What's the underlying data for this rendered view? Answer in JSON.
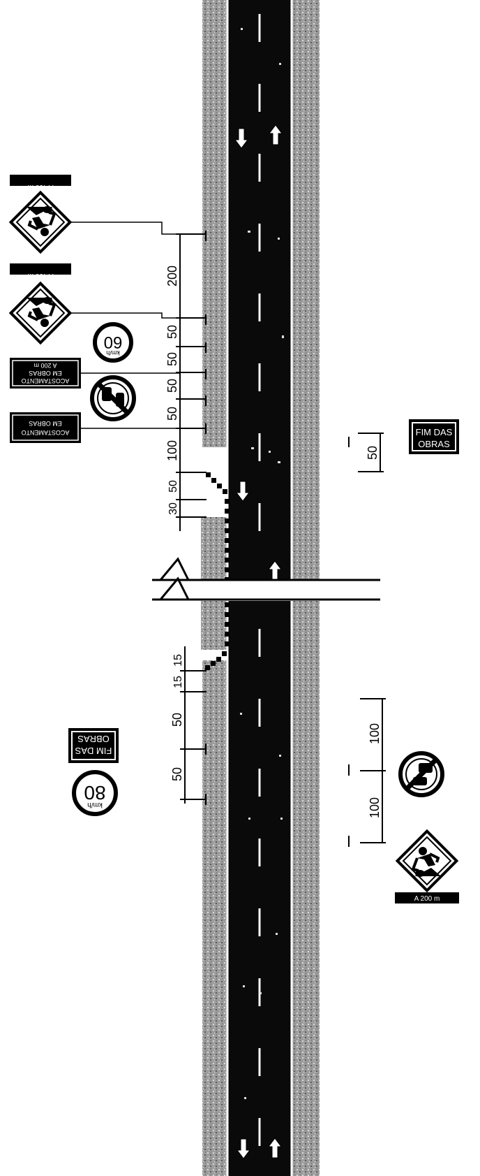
{
  "upper_section": {
    "dimensions_left": [
      "200",
      "50",
      "50",
      "50",
      "50",
      "100",
      "50",
      "30"
    ],
    "dimension_right": "50",
    "sign_end_works": {
      "line1": "FIM DAS",
      "line2": "OBRAS"
    },
    "speed_limit": {
      "value": "60",
      "unit": "km/h"
    },
    "plate_distance": "A 400 m",
    "plate_distance_2": "A 400 m",
    "plate_detour_1": {
      "line1": "ACOSTAMENTO",
      "line2": "EM OBRAS",
      "line3": "A 200 m"
    },
    "plate_detour_2": {
      "line1": "ACOSTAMENTO",
      "line2": "EM OBRAS"
    }
  },
  "lower_section": {
    "dimensions_left": [
      "15",
      "15",
      "50",
      "50"
    ],
    "dimensions_right": [
      "100",
      "100"
    ],
    "sign_end_works": {
      "line1": "FIM DAS",
      "line2": "OBRAS"
    },
    "speed_limit": {
      "value": "80",
      "unit": "km/h"
    },
    "plate_distance": "A 200 m"
  },
  "icons": [
    "road-works-sign-icon",
    "no-overtaking-sign-icon",
    "direction-arrow-icon"
  ],
  "colors": {
    "asphalt": "#0a0a0a",
    "shoulder": "#a6a6a6",
    "line": "#ffffff",
    "ink": "#000000"
  }
}
